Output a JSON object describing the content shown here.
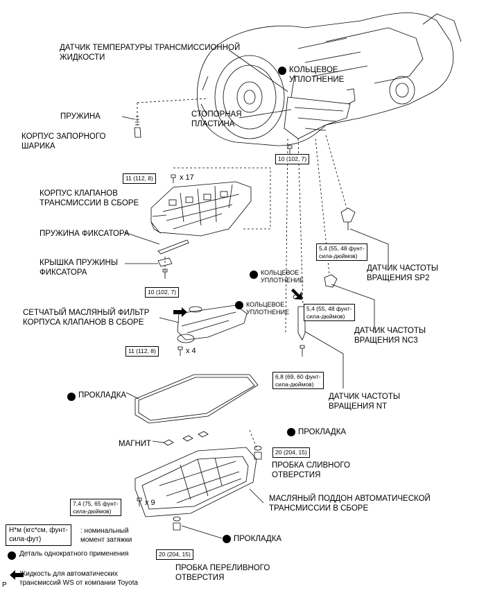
{
  "labels": {
    "atf_temp_sensor": "ДАТЧИК ТЕМПЕРАТУРЫ ТРАНСМИССИОННОЙ\nЖИДКОСТИ",
    "o_ring_top": "КОЛЬЦЕВОЕ\nУПЛОТНЕНИЕ",
    "spring": "ПРУЖИНА",
    "lock_plate": "СТОПОРНАЯ\nПЛАСТИНА",
    "check_ball_body": "КОРПУС ЗАПОРНОГО\nШАРИКА",
    "valve_body": "КОРПУС КЛАПАНОВ\nТРАНСМИССИИ В СБОРЕ",
    "detent_spring": "ПРУЖИНА ФИКСАТОРА",
    "detent_cover": "КРЫШКА ПРУЖИНЫ\nФИКСАТОРА",
    "sp2_sensor": "ДАТЧИК ЧАСТОТЫ\nВРАЩЕНИЯ SP2",
    "o_ring_mid": "КОЛЬЦЕВОЕ\nУПЛОТНЕНИЕ",
    "o_ring_left": "КОЛЬЦЕВОЕ\nУПЛОТНЕНИЕ",
    "strainer": "СЕТЧАТЫЙ МАСЛЯНЫЙ ФИЛЬТР\nКОРПУСА КЛАПАНОВ В СБОРЕ",
    "nc3_sensor": "ДАТЧИК ЧАСТОТЫ\nВРАЩЕНИЯ NC3",
    "gasket_pan": "ПРОКЛАДКА",
    "nt_sensor": "ДАТЧИК ЧАСТОТЫ\nВРАЩЕНИЯ NT",
    "magnet": "МАГНИТ",
    "gasket_drain": "ПРОКЛАДКА",
    "drain_plug": "ПРОБКА СЛИВНОГО\nОТВЕРСТИЯ",
    "oil_pan": "МАСЛЯНЫЙ ПОДДОН АВТОМАТИЧЕСКОЙ\nТРАНСМИССИИ В СБОРЕ",
    "gasket_overflow": "ПРОКЛАДКА",
    "overflow_plug": "ПРОБКА ПЕРЕЛИВНОГО\nОТВЕРСТИЯ"
  },
  "torques": {
    "t_10_top": "10 (102, 7)",
    "t_11_vb": "11 (112, 8)",
    "t_10_cover": "10 (102, 7)",
    "t_11_strainer": "11 (112, 8)",
    "t_54_sp2": "5,4 (55, 48 фунт-\nсила-дюймов)",
    "t_54_nc3": "5,4 (55, 48 фунт-\nсила-дюймов)",
    "t_68_nt": "6,8 (69, 60 фунт-\nсила-дюймов)",
    "t_20_drain": "20 (204, 15)",
    "t_74_pan": "7,4 (75, 65 фунт-\nсила-дюймов)",
    "t_20_overflow": "20 (204, 15)"
  },
  "multipliers": {
    "x17": "x 17",
    "x4": "x 4",
    "x9": "x 9"
  },
  "legend": {
    "unit_box": "Н*м (кгс*см, фунт-\nсила-фут)",
    "unit_desc": ": номинальный\nмомент затяжки",
    "non_reusable": "Деталь однократного применения",
    "atf": "Жидкость для автоматических\nтрансмиссий WS от компании Toyota"
  },
  "corner_mark": "P"
}
